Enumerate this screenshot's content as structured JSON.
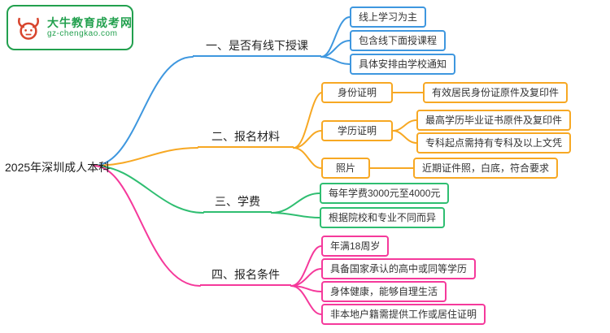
{
  "logo": {
    "title": "大牛教育成考网",
    "subtitle": "gz-chengkao.com",
    "color": "#22a04e",
    "bull_color": "#d8452e"
  },
  "root": {
    "label": "2025年深圳成人本科"
  },
  "branches": [
    {
      "label": "一、是否有线下授课",
      "color": "#3e97df",
      "children": [
        {
          "label": "线上学习为主"
        },
        {
          "label": "包含线下面授课程"
        },
        {
          "label": "具体安排由学校通知"
        }
      ]
    },
    {
      "label": "二、报名材料",
      "color": "#f7a823",
      "children": [
        {
          "label": "身份证明",
          "children": [
            {
              "label": "有效居民身份证原件及复印件"
            }
          ]
        },
        {
          "label": "学历证明",
          "children": [
            {
              "label": "最高学历毕业证书原件及复印件"
            },
            {
              "label": "专科起点需持有专科及以上文凭"
            }
          ]
        },
        {
          "label": "照片",
          "children": [
            {
              "label": "近期证件照，白底，符合要求"
            }
          ]
        }
      ]
    },
    {
      "label": "三、学费",
      "color": "#2fbe71",
      "children": [
        {
          "label": "每年学费3000元至4000元"
        },
        {
          "label": "根据院校和专业不同而异"
        }
      ]
    },
    {
      "label": "四、报名条件",
      "color": "#f5399b",
      "children": [
        {
          "label": "年满18周岁"
        },
        {
          "label": "具备国家承认的高中或同等学历"
        },
        {
          "label": "身体健康，能够自理生活"
        },
        {
          "label": "非本地户籍需提供工作或居住证明"
        }
      ]
    }
  ]
}
